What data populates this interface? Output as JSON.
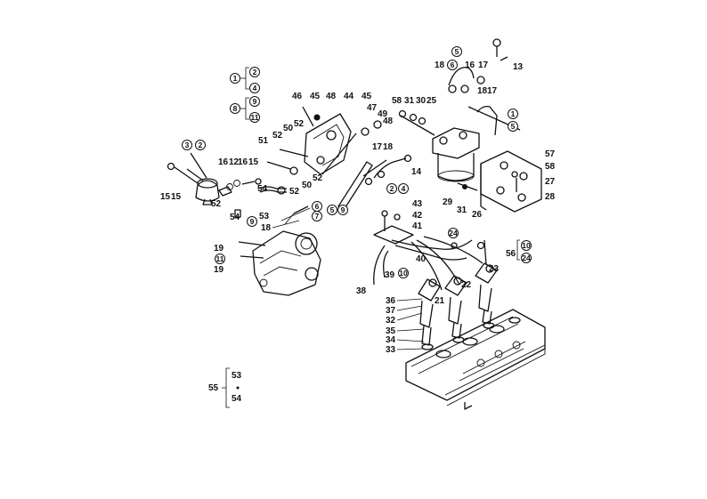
{
  "diagram": {
    "labels": {
      "c1": "1",
      "c2a": "2",
      "c4a": "4",
      "c8": "8",
      "c9a": "9",
      "c11a": "11",
      "c3": "3",
      "c2b": "2",
      "n16a": "16",
      "n12": "12",
      "n16b": "16",
      "n15a": "15",
      "n15b": "15",
      "n15c": "15",
      "n52a": "52",
      "n54a": "54",
      "n53a": "53",
      "n54b": "54",
      "c9b": "9",
      "n18a": "18",
      "n19a": "19",
      "c11b": "11",
      "n19b": "19",
      "n46": "46",
      "n45a": "45",
      "n48a": "48",
      "n44": "44",
      "n45b": "45",
      "n50a": "50",
      "n52b": "52",
      "n51": "51",
      "n52c": "52",
      "n52d": "52",
      "n50b": "50",
      "n52e": "52",
      "n47": "47",
      "n49": "49",
      "n48b": "48",
      "n17a": "17",
      "n18b": "18",
      "c2c": "2",
      "c4b": "4",
      "n14": "14",
      "c6a": "6",
      "c7": "7",
      "c5a": "5",
      "c9c": "9",
      "c5b": "5",
      "c6b": "6",
      "n18c": "18",
      "n16c": "16",
      "n17b": "17",
      "n13": "13",
      "n58a": "58",
      "n31a": "31",
      "n30": "30",
      "n25": "25",
      "n18d": "18",
      "n17c": "17",
      "c1b": "1",
      "c5c": "5",
      "n57": "57",
      "n58b": "58",
      "n27": "27",
      "n28": "28",
      "n29": "29",
      "n31b": "31",
      "n26": "26",
      "n43": "43",
      "n42": "42",
      "n41": "41",
      "c24a": "24",
      "n56": "56",
      "c10": "10",
      "c24b": "24",
      "n39": "39",
      "n40": "40",
      "c10b": "10",
      "n23": "23",
      "n22": "22",
      "n21": "21",
      "n38": "38",
      "n36": "36",
      "n37": "37",
      "n32": "32",
      "n35": "35",
      "n34": "34",
      "n33": "33",
      "n55": "55",
      "n53b": "53",
      "n54c": "54"
    }
  }
}
